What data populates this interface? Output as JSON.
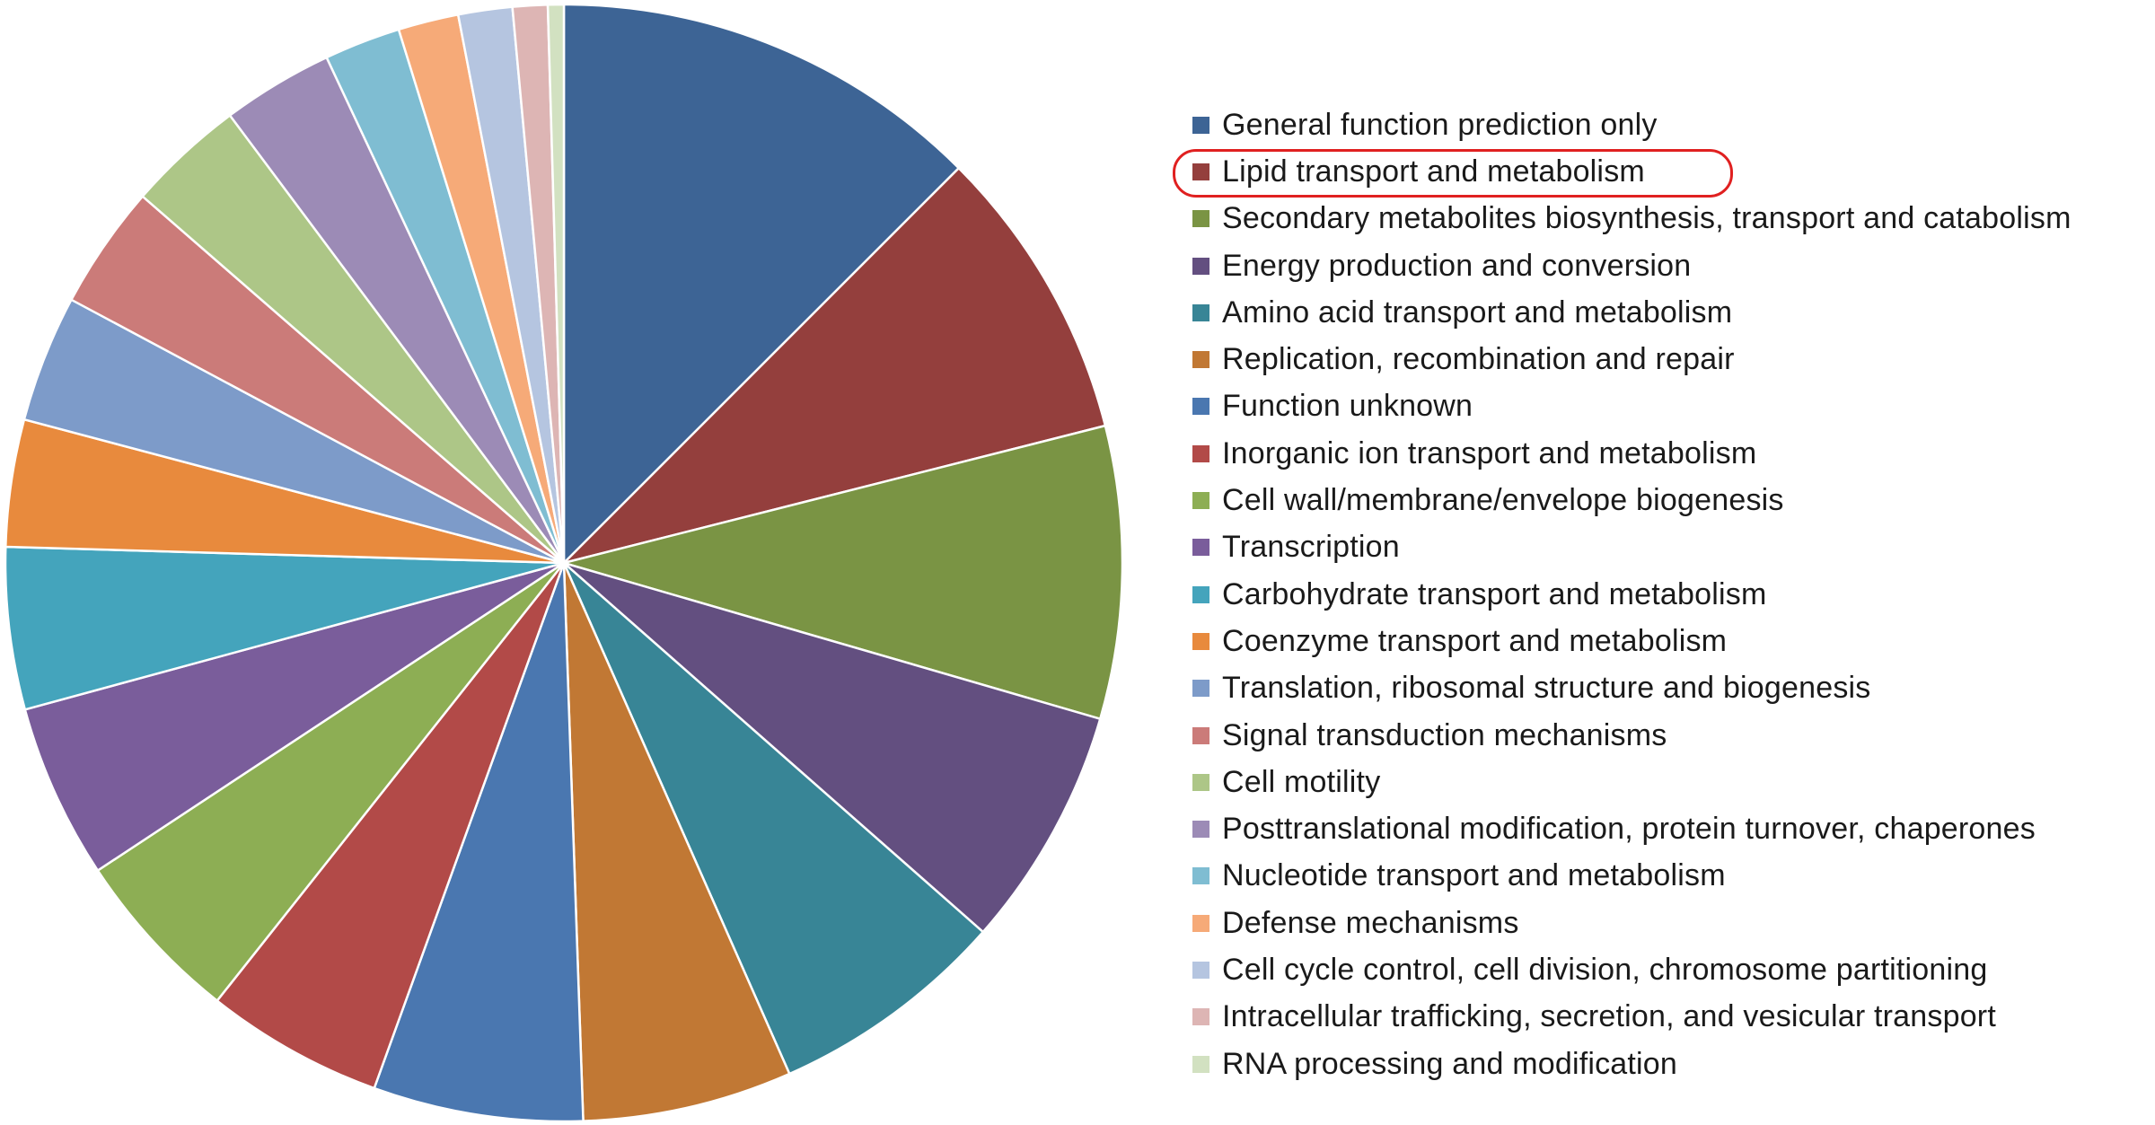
{
  "chart_data": {
    "type": "pie",
    "title": "",
    "legend_position": "right",
    "highlighted_category": "Lipid transport and metabolism",
    "categories": [
      "General function prediction only",
      "Lipid transport and metabolism",
      "Secondary metabolites biosynthesis, transport and catabolism",
      "Energy production and conversion",
      "Amino acid transport and metabolism",
      "Replication, recombination and repair",
      "Function unknown",
      "Inorganic ion transport and metabolism",
      "Cell wall/membrane/envelope biogenesis",
      "Transcription",
      "Carbohydrate transport and metabolism",
      "Coenzyme transport and metabolism",
      "Translation, ribosomal structure and biogenesis",
      "Signal transduction mechanisms",
      "Cell motility",
      "Posttranslational modification, protein turnover, chaperones",
      "Nucleotide transport and metabolism",
      "Defense mechanisms",
      "Cell cycle control, cell division, chromosome partitioning",
      "Intracellular trafficking, secretion, and vesicular transport",
      "RNA processing and modification"
    ],
    "values": [
      13.6,
      9.3,
      9.2,
      7.6,
      7.5,
      6.6,
      6.6,
      5.6,
      5.5,
      5.5,
      5.1,
      4.0,
      4.0,
      3.9,
      3.7,
      3.5,
      2.4,
      1.9,
      1.7,
      1.1,
      0.5
    ],
    "colors": [
      "#3d6495",
      "#943f3d",
      "#7a9444",
      "#634f80",
      "#388596",
      "#c17834",
      "#4a77b0",
      "#b24a48",
      "#8dae54",
      "#7a5d9b",
      "#44a4bc",
      "#e88a3d",
      "#7d9bc9",
      "#cb7b79",
      "#adc687",
      "#9c8bb6",
      "#7fbdd2",
      "#f6aa78",
      "#b5c5e0",
      "#ddb5b4",
      "#d2e1c1"
    ]
  }
}
